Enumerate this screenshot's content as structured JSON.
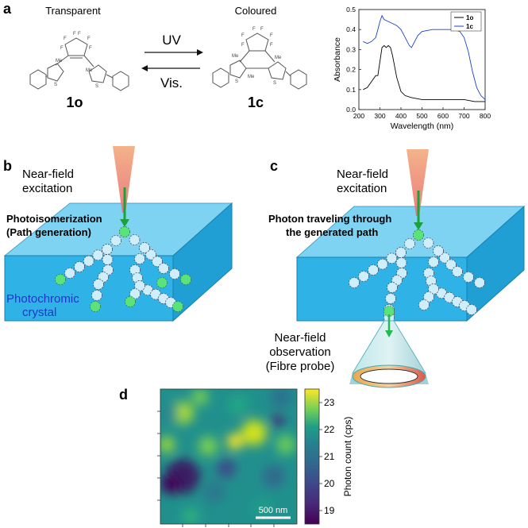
{
  "panels": {
    "a": {
      "label": "a",
      "left_caption": "Transparent",
      "right_caption": "Coloured",
      "forward_label": "UV",
      "reverse_label": "Vis.",
      "left_compound": "1o",
      "right_compound": "1c",
      "atom_labels": {
        "F": "F",
        "me": "Me",
        "s": "S"
      }
    },
    "b": {
      "label": "b",
      "excitation_label": [
        "Near-field",
        "excitation"
      ],
      "process_label": [
        "Photoisomerization",
        "(Path generation)"
      ],
      "crystal_label": [
        "Photochromic",
        "crystal"
      ]
    },
    "c": {
      "label": "c",
      "excitation_label": [
        "Near-field",
        "excitation"
      ],
      "process_label": [
        "Photon traveling through",
        "the generated path"
      ],
      "observation_label": [
        "Near-field",
        "observation",
        "(Fibre probe)"
      ]
    },
    "d": {
      "label": "d",
      "colorbar_label": "Photon count (cps)",
      "colorbar_ticks": [
        "23",
        "22",
        "21",
        "20",
        "19"
      ],
      "scalebar_label": "500 nm"
    }
  },
  "chart_data": [
    {
      "type": "line",
      "xlabel": "Wavelength (nm)",
      "ylabel": "Absorbance",
      "xlim": [
        200,
        800
      ],
      "ylim": [
        0,
        0.5
      ],
      "xticks": [
        200,
        300,
        400,
        500,
        600,
        700,
        800
      ],
      "yticks": [
        0.0,
        0.1,
        0.2,
        0.3,
        0.4,
        0.5
      ],
      "legend_position": "top-right",
      "grid": false,
      "series": [
        {
          "name": "1o",
          "color": "#000000",
          "x": [
            220,
            240,
            260,
            280,
            290,
            300,
            310,
            320,
            330,
            340,
            350,
            360,
            380,
            400,
            420,
            450,
            500,
            550,
            600,
            650,
            700,
            750,
            800
          ],
          "y": [
            0.1,
            0.11,
            0.14,
            0.17,
            0.17,
            0.24,
            0.31,
            0.32,
            0.31,
            0.32,
            0.31,
            0.27,
            0.16,
            0.09,
            0.07,
            0.06,
            0.05,
            0.05,
            0.05,
            0.05,
            0.05,
            0.04,
            0.04
          ]
        },
        {
          "name": "1c",
          "color": "#1f3fd0",
          "x": [
            220,
            240,
            260,
            280,
            290,
            300,
            310,
            320,
            340,
            360,
            380,
            400,
            420,
            440,
            450,
            460,
            480,
            500,
            550,
            600,
            650,
            680,
            700,
            720,
            740,
            760,
            780,
            800
          ],
          "y": [
            0.34,
            0.33,
            0.34,
            0.36,
            0.4,
            0.44,
            0.47,
            0.45,
            0.44,
            0.43,
            0.42,
            0.4,
            0.36,
            0.32,
            0.31,
            0.33,
            0.37,
            0.39,
            0.4,
            0.4,
            0.4,
            0.39,
            0.36,
            0.29,
            0.19,
            0.11,
            0.07,
            0.05
          ]
        }
      ]
    },
    {
      "type": "heatmap",
      "colorbar_label": "Photon count (cps)",
      "colorbar_range": [
        18.5,
        23.5
      ],
      "colorbar_ticks": [
        19,
        20,
        21,
        22,
        23
      ],
      "colormap": "viridis",
      "scalebar": "500 nm"
    }
  ]
}
